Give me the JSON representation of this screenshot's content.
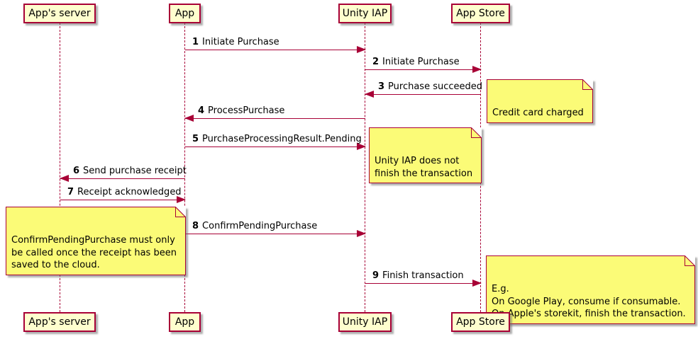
{
  "colors": {
    "background": "#FFFFFF",
    "line": "#A80036",
    "participant_fill": "#FEFECE",
    "note_fill": "#FBFB77",
    "text": "#000000"
  },
  "participants": [
    {
      "name": "App's server"
    },
    {
      "name": "App"
    },
    {
      "name": "Unity IAP"
    },
    {
      "name": "App Store"
    }
  ],
  "messages": [
    {
      "seq": "1",
      "text": "Initiate Purchase",
      "from": "App",
      "to": "Unity IAP"
    },
    {
      "seq": "2",
      "text": "Initiate Purchase",
      "from": "Unity IAP",
      "to": "App Store"
    },
    {
      "seq": "3",
      "text": "Purchase succeeded",
      "from": "App Store",
      "to": "Unity IAP"
    },
    {
      "seq": "4",
      "text": "ProcessPurchase",
      "from": "Unity IAP",
      "to": "App"
    },
    {
      "seq": "5",
      "text": "PurchaseProcessingResult.Pending",
      "from": "App",
      "to": "Unity IAP"
    },
    {
      "seq": "6",
      "text": "Send purchase receipt",
      "from": "App",
      "to": "App's server"
    },
    {
      "seq": "7",
      "text": "Receipt acknowledged",
      "from": "App's server",
      "to": "App"
    },
    {
      "seq": "8",
      "text": "ConfirmPendingPurchase",
      "from": "App",
      "to": "Unity IAP"
    },
    {
      "seq": "9",
      "text": "Finish transaction",
      "from": "Unity IAP",
      "to": "App Store"
    }
  ],
  "notes": [
    {
      "anchor": "App Store",
      "text": "Credit card charged"
    },
    {
      "anchor": "Unity IAP",
      "text": "Unity IAP does not\nfinish the transaction"
    },
    {
      "anchor": "App's server",
      "text": "ConfirmPendingPurchase must only\nbe called once the receipt has been\nsaved to the cloud."
    },
    {
      "anchor": "App Store",
      "text": "E.g.\nOn Google Play, consume if consumable.\nOn Apple's storekit, finish the transaction."
    }
  ]
}
